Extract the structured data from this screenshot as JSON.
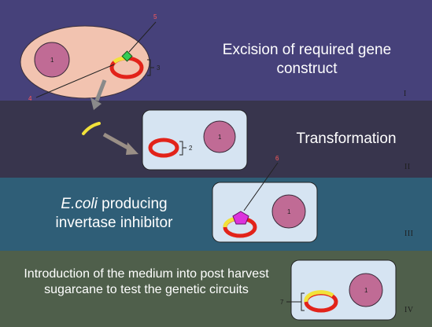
{
  "steps": [
    {
      "caption": "Excision of required gene construct",
      "roman": "I"
    },
    {
      "caption": "Transformation",
      "roman": "II"
    },
    {
      "caption_italic": "E.coli",
      "caption_rest": " producing invertase inhibitor",
      "roman": "III"
    },
    {
      "caption": "Introduction of the medium into post harvest sugarcane to test the genetic circuits",
      "roman": "IV"
    }
  ],
  "labels": {
    "nucleus_1": "1",
    "plasmid_2": "2",
    "plasmid_3": "3",
    "marker_4": "4",
    "marker_5": "5",
    "marker_6": "6",
    "marker_7": "7",
    "nucleus_b": "1",
    "nucleus_c": "1",
    "nucleus_d": "1"
  },
  "colors": {
    "band_1": "#46417a",
    "band_2": "#38354d",
    "band_3": "#2f5e77",
    "band_4": "#4f5f4b",
    "plant_cell": "#f2c3b0",
    "bacterial_cell": "#d6e4f2",
    "nucleus": "#c06b95",
    "plasmid": "#e2231a",
    "insert": "#f2e23a",
    "green_gene": "#33cc55",
    "pink_gene": "#dd33dd"
  }
}
